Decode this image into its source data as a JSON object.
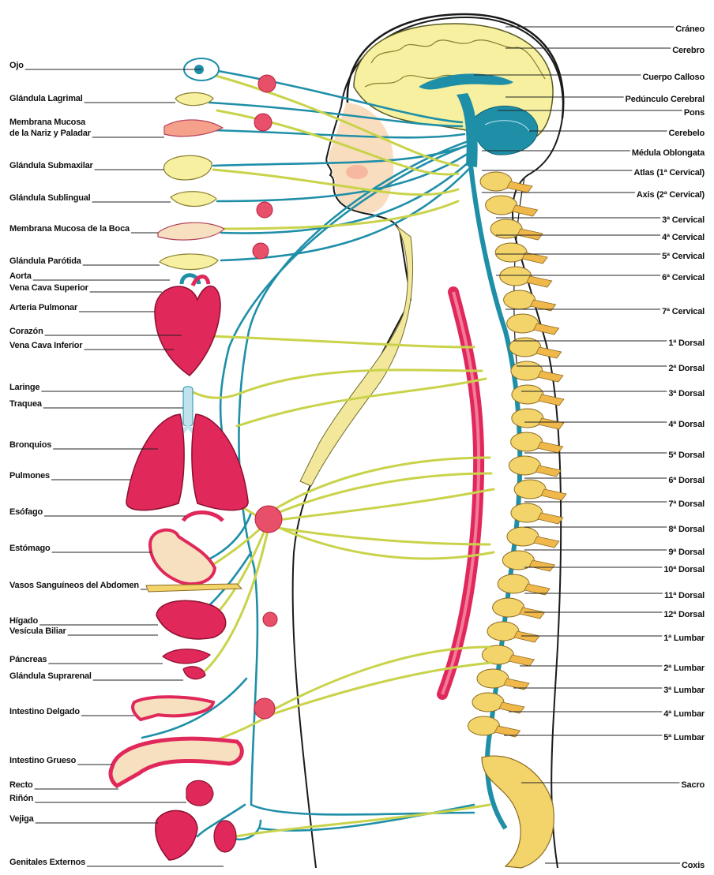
{
  "colors": {
    "nerve_blue": "#1f8fa8",
    "nerve_yellow": "#c9d34a",
    "organ_red": "#e0285a",
    "ganglion": "#e8506a",
    "bone": "#f3d46b",
    "brain": "#f6f0a0",
    "skin": "#f8d9b8"
  },
  "labels_left": [
    "Ojo",
    "Glándula Lagrimal",
    "Membrana Mucosa",
    "de la Nariz y Paladar",
    "Glándula Submaxilar",
    "Glándula Sublingual",
    "Membrana Mucosa de la Boca",
    "Glándula Parótida",
    "Aorta",
    "Vena Cava Superior",
    "Arteria Pulmonar",
    "Corazón",
    "Vena Cava Inferior",
    "Laringe",
    "Traquea",
    "Bronquios",
    "Pulmones",
    "Esófago",
    "Estómago",
    "Vasos Sanguíneos del Abdomen",
    "Hígado",
    "Vesícula Biliar",
    "Páncreas",
    "Glándula Suprarenal",
    "Intestino Delgado",
    "Intestino Grueso",
    "Recto",
    "Riñón",
    "Vejiga",
    "Genitales Externos"
  ],
  "labels_right": [
    "Cráneo",
    "Cerebro",
    "Cuerpo Calloso",
    "Pedúnculo Cerebral",
    "Pons",
    "Cerebelo",
    "Médula Oblongata",
    "Atlas (1ª Cervical)",
    "Axis (2ª Cervical)",
    "3ª Cervical",
    "4ª Cervical",
    "5ª Cervical",
    "6ª Cervical",
    "7ª Cervical",
    "1ª Dorsal",
    "2ª Dorsal",
    "3ª Dorsal",
    "4ª Dorsal",
    "5ª Dorsal",
    "6ª Dorsal",
    "7ª Dorsal",
    "8ª Dorsal",
    "9ª Dorsal",
    "10ª Dorsal",
    "11ª Dorsal",
    "12ª Dorsal",
    "1ª Lumbar",
    "2ª Lumbar",
    "3ª Lumbar",
    "4ª Lumbar",
    "5ª Lumbar",
    "Sacro",
    "Coxis"
  ]
}
